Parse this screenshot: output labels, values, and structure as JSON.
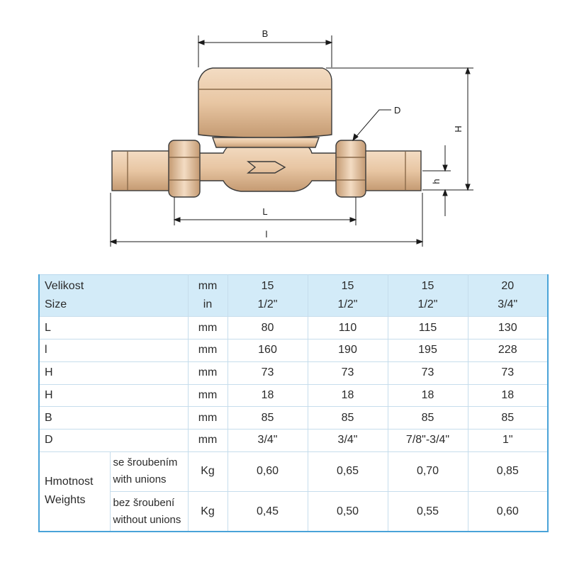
{
  "drawing": {
    "labels": {
      "B": "B",
      "D": "D",
      "H": "H",
      "h": "h",
      "L": "L",
      "l": "l"
    }
  },
  "table": {
    "header": {
      "param_top": "Velikost",
      "param_bottom": "Size",
      "unit_top": "mm",
      "unit_bottom": "in",
      "columns": [
        {
          "top": "15",
          "bottom": "1/2\""
        },
        {
          "top": "15",
          "bottom": "1/2\""
        },
        {
          "top": "15",
          "bottom": "1/2\""
        },
        {
          "top": "20",
          "bottom": "3/4\""
        }
      ]
    },
    "rows": [
      {
        "param": "L",
        "unit": "mm",
        "values": [
          "80",
          "110",
          "115",
          "130"
        ]
      },
      {
        "param": "l",
        "unit": "mm",
        "values": [
          "160",
          "190",
          "195",
          "228"
        ]
      },
      {
        "param": "H",
        "unit": "mm",
        "values": [
          "73",
          "73",
          "73",
          "73"
        ]
      },
      {
        "param": "H",
        "unit": "mm",
        "values": [
          "18",
          "18",
          "18",
          "18"
        ]
      },
      {
        "param": "B",
        "unit": "mm",
        "values": [
          "85",
          "85",
          "85",
          "85"
        ]
      },
      {
        "param": "D",
        "unit": "mm",
        "values": [
          "3/4\"",
          "3/4\"",
          "7/8\"-3/4\"",
          "1\""
        ]
      }
    ],
    "weight": {
      "label_top": "Hmotnost",
      "label_bottom": "Weights",
      "with_unions": {
        "top": "se šroubením",
        "bottom": "with unions",
        "unit": "Kg",
        "values": [
          "0,60",
          "0,65",
          "0,70",
          "0,85"
        ]
      },
      "without_unions": {
        "top": "bez šroubení",
        "bottom": "without unions",
        "unit": "Kg",
        "values": [
          "0,45",
          "0,50",
          "0,55",
          "0,60"
        ]
      }
    }
  },
  "colors": {
    "body": "#e8c6a3",
    "body_shadow": "#c49a72",
    "header_fill": "#d3ebf8",
    "table_border": "#4aa3d8"
  }
}
